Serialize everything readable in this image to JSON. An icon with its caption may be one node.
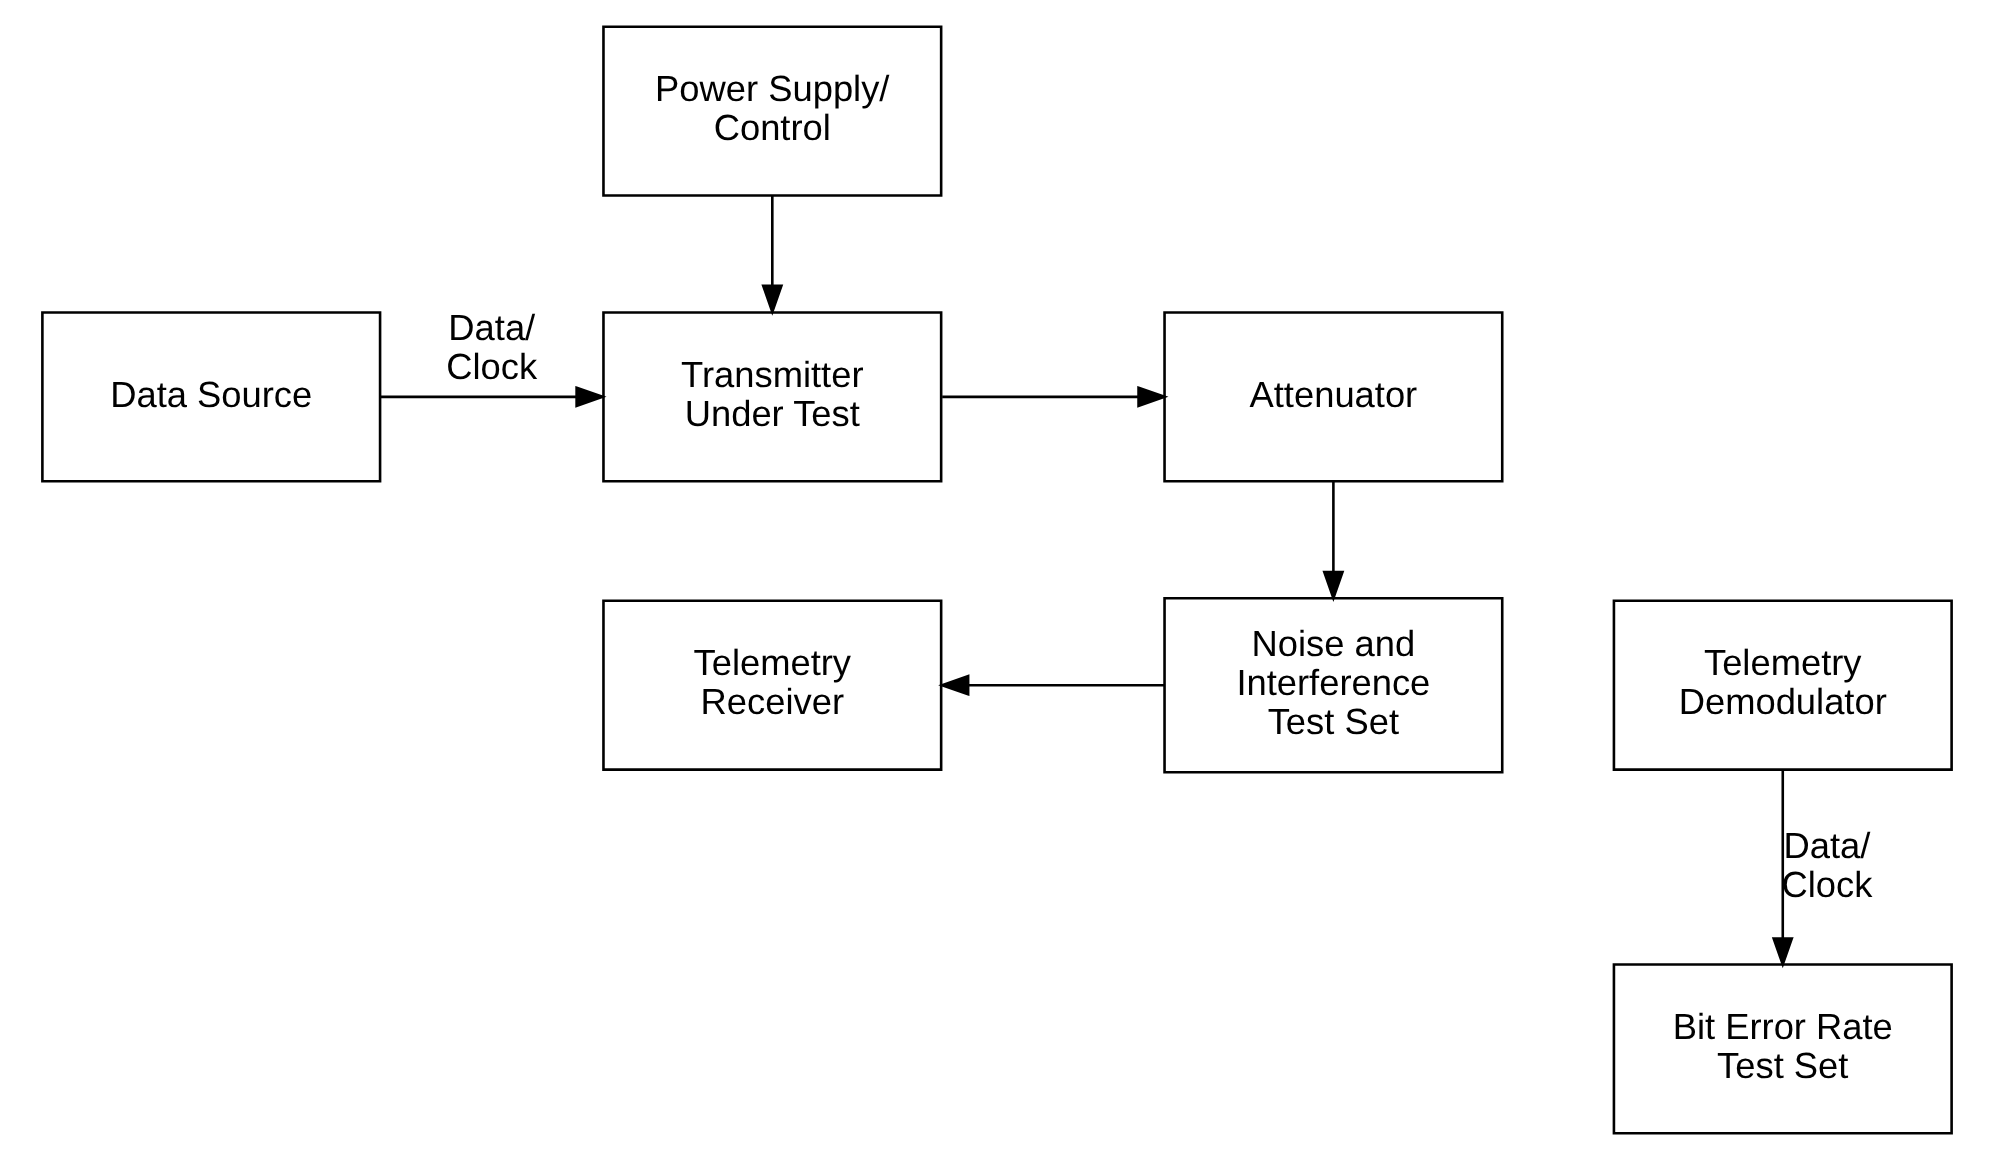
{
  "diagram": {
    "nodes": [
      {
        "text": [
          "Power Supply/ Control"
        ]
      },
      {
        "text": [
          "Data Source"
        ]
      },
      {
        "text": [
          "Transmitter Under Test"
        ]
      },
      {
        "text": [
          "Attenuator"
        ]
      },
      {
        "text": [
          "Telemetry Demodulator"
        ]
      },
      {
        "text": [
          "Telemetry Receiver"
        ]
      },
      {
        "text": [
          "Noise and Interference Test Set"
        ]
      },
      {
        "text": [
          "Bit Error Rate Test Set"
        ]
      }
    ],
    "edges": [
      {
        "from": 0,
        "to": 2,
        "arrow": "to"
      },
      {
        "from": 1,
        "to": 2,
        "arrow": "to",
        "label": "Data/ Clock"
      },
      {
        "from": 2,
        "to": 3,
        "arrow": "to"
      },
      {
        "from": 3,
        "to": 6,
        "arrow": "to"
      },
      {
        "from": 6,
        "to": 5,
        "arrow": "to"
      },
      {
        "from": 4,
        "to": 7,
        "arrow": "to",
        "label": "Data/ Clock"
      }
    ]
  }
}
